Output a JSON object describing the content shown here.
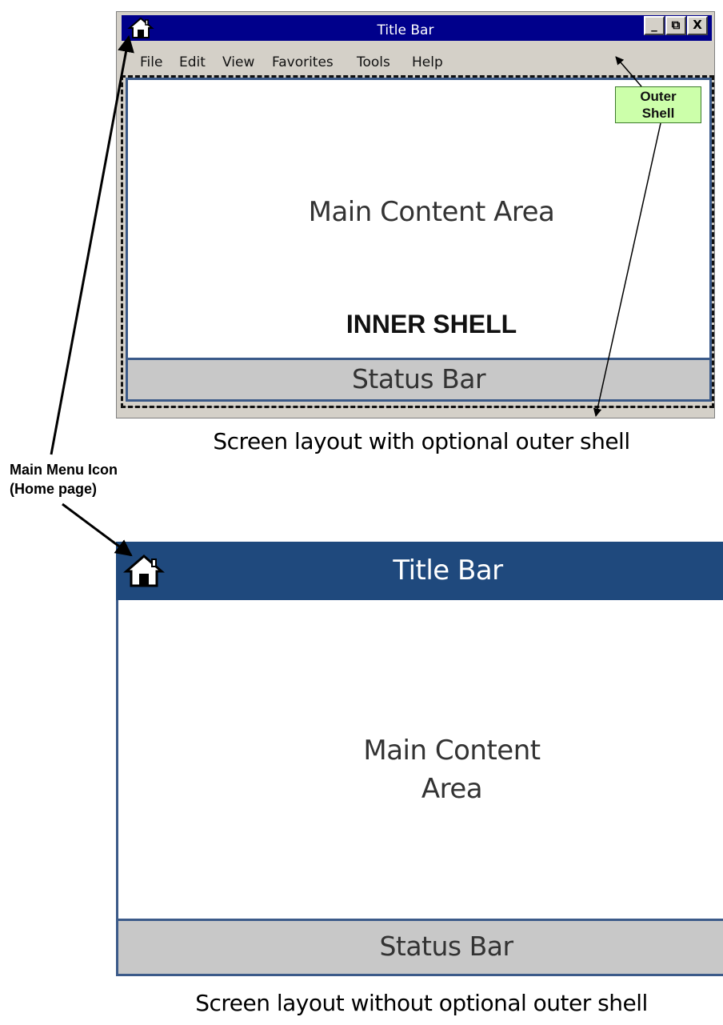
{
  "top_diagram": {
    "window_title": "Title Bar",
    "window_buttons": {
      "minimize": "_",
      "restore": "⧉",
      "close": "X"
    },
    "menu": [
      "File",
      "Edit",
      "View",
      "Favorites",
      "Tools",
      "Help"
    ],
    "main_content": "Main Content Area",
    "inner_shell_label": "INNER SHELL",
    "status_bar": "Status Bar",
    "outer_shell_badge": [
      "Outer",
      "Shell"
    ],
    "caption": "Screen layout with optional outer shell"
  },
  "annotation": {
    "line1": "Main Menu Icon",
    "line2": "(Home page)"
  },
  "bottom_diagram": {
    "title_bar": "Title Bar",
    "main_content_lines": [
      "Main Content",
      "Area"
    ],
    "status_bar": "Status Bar",
    "caption": "Screen layout without optional outer shell"
  },
  "icons": {
    "home": "home-icon"
  },
  "colors": {
    "classic_titlebar": "#00008b",
    "window_chrome": "#d4d0c8",
    "modern_titlebar": "#1f497d",
    "shell_border": "#3b5a89",
    "status_fill": "#c8c8c8",
    "outer_shell_badge": "#ccffaa"
  }
}
